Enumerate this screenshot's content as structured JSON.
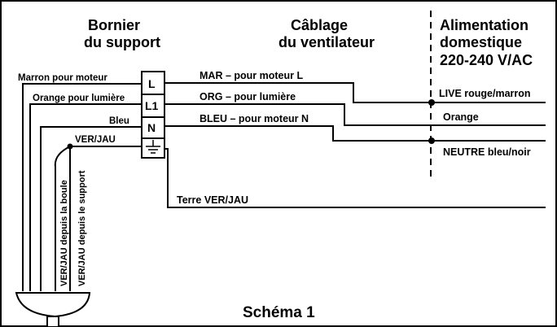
{
  "headers": {
    "bornier": [
      "Bornier",
      "du support"
    ],
    "cablage": [
      "Câblage",
      "du ventilateur"
    ],
    "alimentation": [
      "Alimentation",
      "domestique",
      "220-240 V/AC"
    ]
  },
  "terminals": [
    "L",
    "L1",
    "N"
  ],
  "support_wires": {
    "marron": "Marron pour moteur",
    "orange": "Orange pour lumière",
    "bleu": "Bleu",
    "verjau": "VER/JAU"
  },
  "fan_wires": {
    "mar": "MAR – pour moteur L",
    "org": "ORG – pour lumière",
    "bleu": "BLEU – pour moteur N",
    "terre": "Terre VER/JAU"
  },
  "mains_wires": {
    "live": "LIVE rouge/marron",
    "orange": "Orange",
    "neutre": "NEUTRE bleu/noir"
  },
  "vertical_labels": {
    "boule": "VER/JAU depuis la boule",
    "support": "VER/JAU depuis le support"
  },
  "title": "Schéma 1"
}
